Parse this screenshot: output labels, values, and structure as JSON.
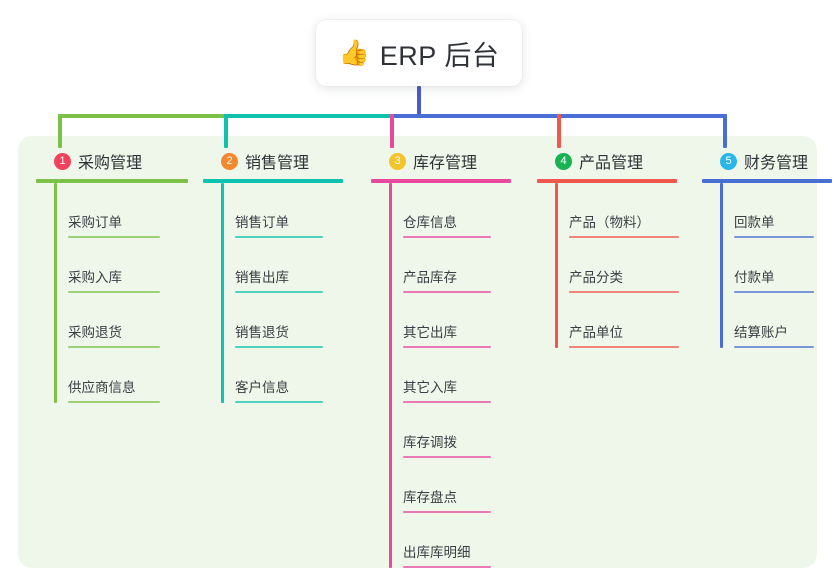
{
  "title": {
    "icon": "thumbs-up-icon",
    "emoji": "👍",
    "text": "ERP 后台"
  },
  "colors": {
    "canvas_bg": "#eff7ea",
    "trunk": "#4a5cc8",
    "col1": "#7cc148",
    "col2": "#0fc2ae",
    "col3": "#e8489e",
    "col4": "#f0574f",
    "col5": "#4a6fd4"
  },
  "columns": [
    {
      "index": "1",
      "badge_color": "#f4415c",
      "line_color": "#7cc148",
      "title": "采购管理",
      "items": [
        "采购订单",
        "采购入库",
        "采购退货",
        "供应商信息"
      ]
    },
    {
      "index": "2",
      "badge_color": "#f5872e",
      "line_color": "#0fc2ae",
      "title": "销售管理",
      "items": [
        "销售订单",
        "销售出库",
        "销售退货",
        "客户信息"
      ]
    },
    {
      "index": "3",
      "badge_color": "#f5c game",
      "line_color": "#e8489e",
      "title": "库存管理",
      "items": [
        "仓库信息",
        "产品库存",
        "其它出库",
        "其它入库",
        "库存调拨",
        "库存盘点",
        "出库库明细"
      ]
    },
    {
      "index": "4",
      "badge_color": "#16b254",
      "line_color": "#f0574f",
      "title": "产品管理",
      "items": [
        "产品（物料）",
        "产品分类",
        "产品单位"
      ]
    },
    {
      "index": "5",
      "badge_color": "#29b6e8",
      "line_color": "#4a6fd4",
      "title": "财务管理",
      "items": [
        "回款单",
        "付款单",
        "结算账户"
      ]
    }
  ]
}
